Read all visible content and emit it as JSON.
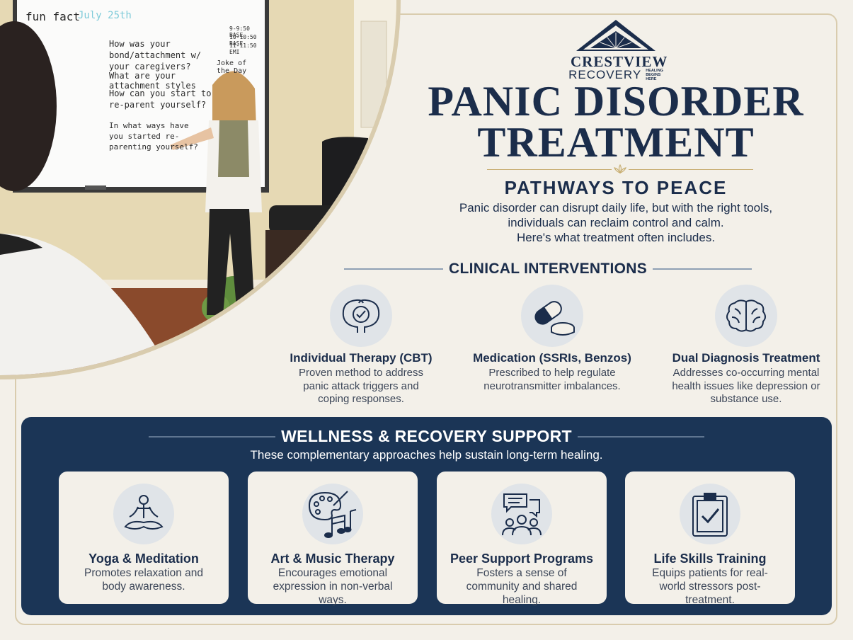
{
  "logo": {
    "name": "CRESTVIEW",
    "sub": "RECOVERY",
    "tagline": "HEALING BEGINS HERE"
  },
  "header": {
    "title_line1": "PANIC DISORDER",
    "title_line2": "TREATMENT",
    "subtitle": "PATHWAYS TO PEACE",
    "intro": [
      "Panic disorder can disrupt daily life, but with the right tools,",
      "individuals can reclaim control and calm.",
      "Here's what treatment often includes."
    ]
  },
  "whiteboard": {
    "fun_fact": "fun fact",
    "date": "July 25th",
    "question_1": "How was your bond/attachment w/ your caregivers?",
    "question_2": "What are your attachment styles",
    "question_3": "How can you start to re-parent yourself?",
    "question_4": "In what ways have you started re-parenting yourself?",
    "schedule": [
      "9-9:50 BASE",
      "10-10:50 BASE",
      "11-11:50 EMI"
    ],
    "joke": "Joke of the Day"
  },
  "clinical": {
    "heading": "CLINICAL INTERVENTIONS",
    "items": [
      {
        "icon": "heads-check-icon",
        "title": "Individual Therapy (CBT)",
        "desc": "Proven method to address panic attack triggers and coping responses."
      },
      {
        "icon": "pill-icon",
        "title": "Medication (SSRIs, Benzos)",
        "desc": "Prescribed to help regulate neurotransmitter imbalances."
      },
      {
        "icon": "brain-icon",
        "title": "Dual Diagnosis Treatment",
        "desc": "Addresses co-occurring mental health issues like depression or substance use."
      }
    ]
  },
  "wellness": {
    "heading": "WELLNESS & RECOVERY SUPPORT",
    "subheading": "These complementary approaches help sustain long-term healing.",
    "items": [
      {
        "icon": "meditation-icon",
        "title": "Yoga & Meditation",
        "desc": "Promotes relaxation and body awareness."
      },
      {
        "icon": "palette-music-icon",
        "title": "Art & Music Therapy",
        "desc": "Encourages emotional expression in non-verbal ways."
      },
      {
        "icon": "peer-group-icon",
        "title": "Peer Support Programs",
        "desc": "Fosters a sense of community and shared healing."
      },
      {
        "icon": "clipboard-check-icon",
        "title": "Life Skills Training",
        "desc": "Equips patients for real-world stressors post-treatment."
      }
    ]
  },
  "colors": {
    "navy": "#1b2d4b",
    "panel": "#1b3556",
    "gold": "#c7ad70",
    "cream": "#f3f0e9"
  }
}
